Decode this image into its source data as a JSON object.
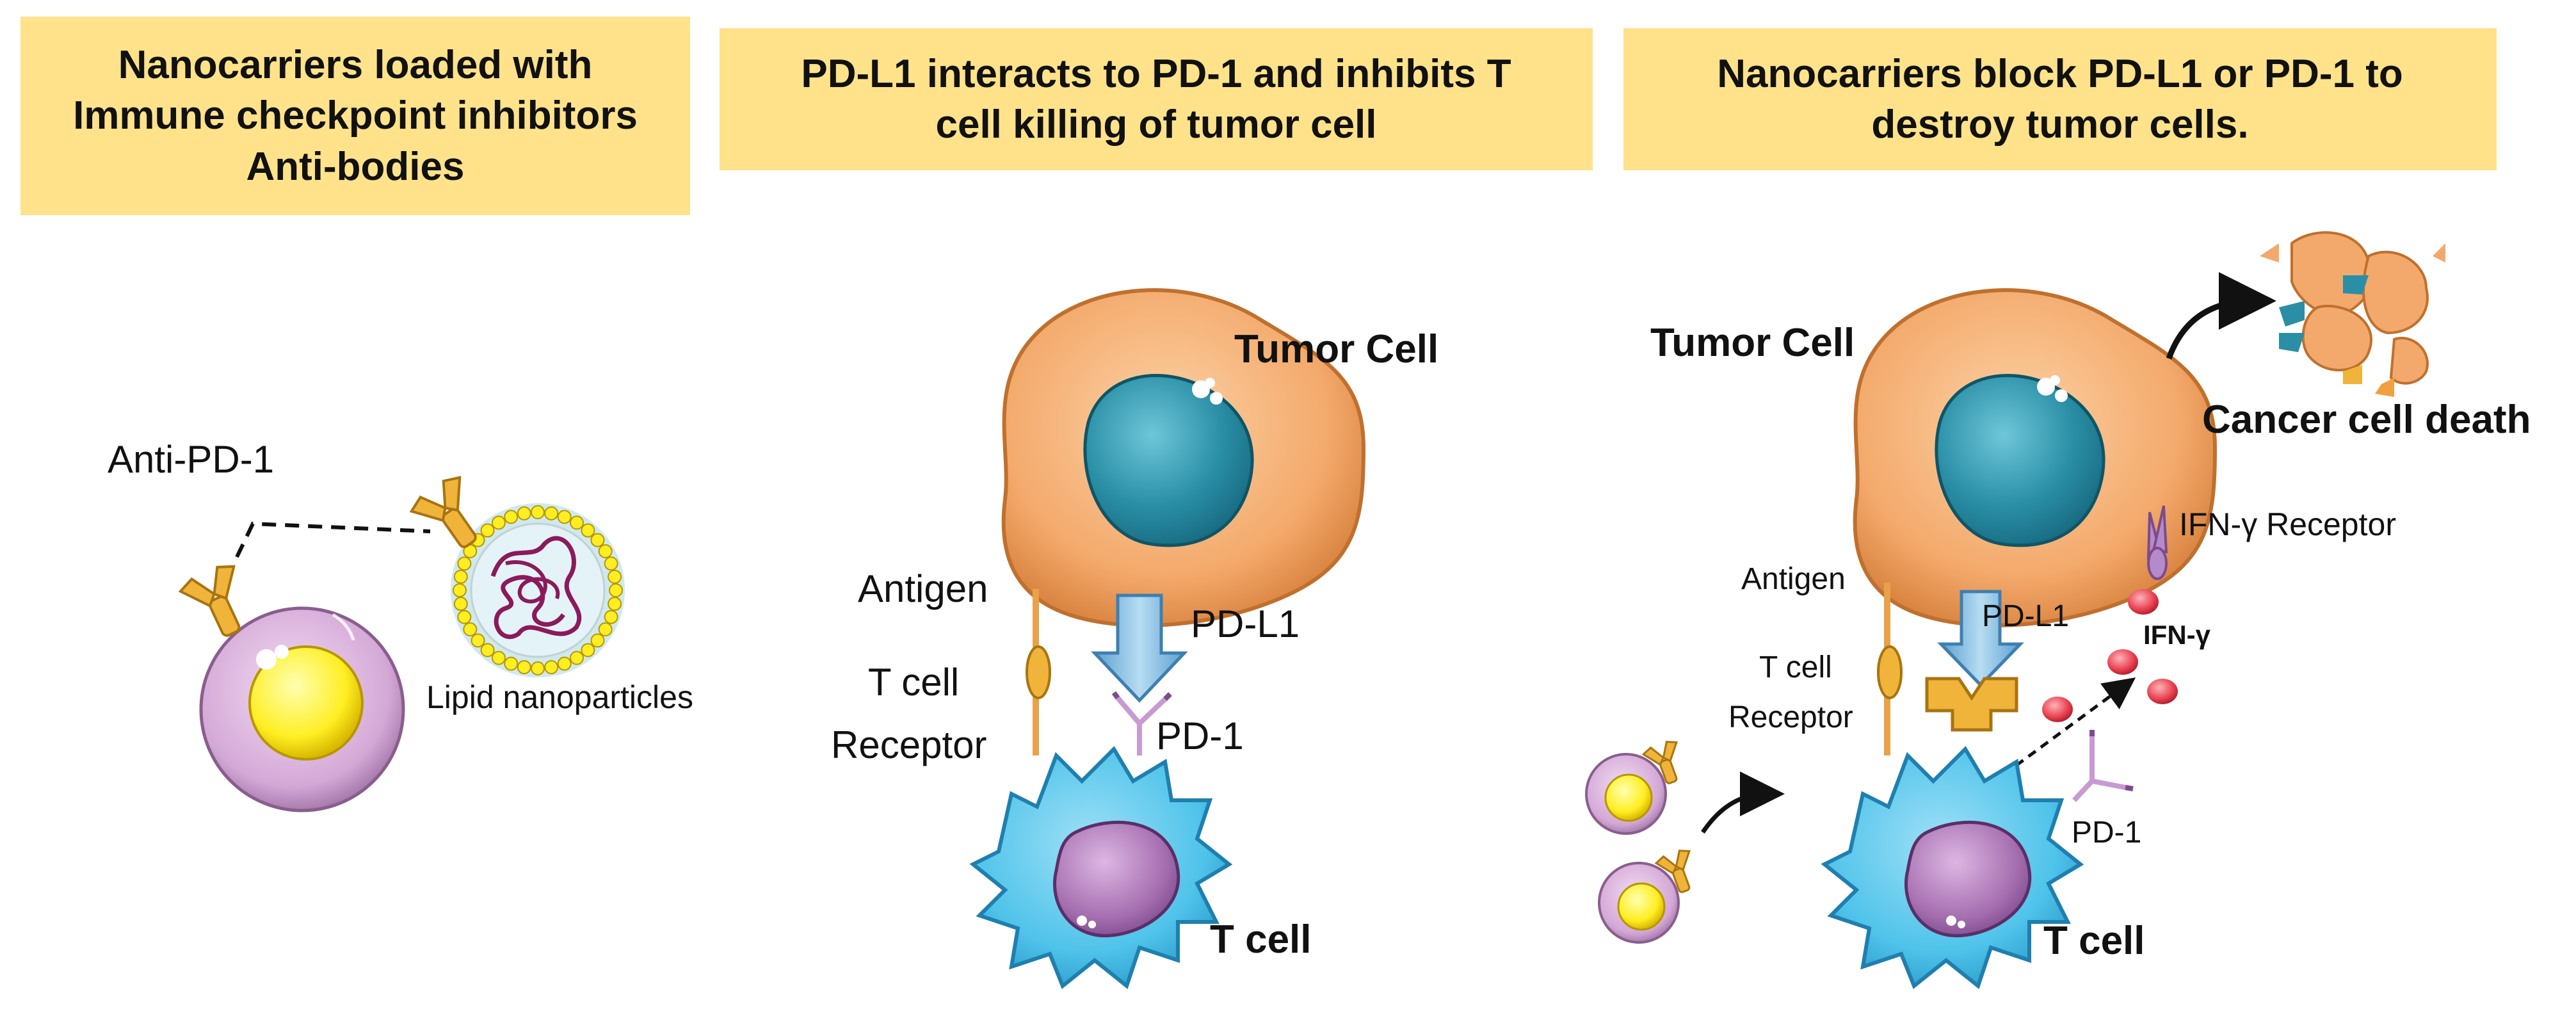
{
  "panels": [
    {
      "header": [
        "Nanocarriers loaded with",
        "Immune checkpoint inhibitors",
        "Anti-bodies"
      ],
      "labels": {
        "anti_pd1": "Anti-PD-1",
        "lipid_nanoparticles": "Lipid nanoparticles"
      }
    },
    {
      "header": [
        "PD-L1 interacts to PD-1 and inhibits T",
        "cell killing of tumor cell"
      ],
      "labels": {
        "tumor_cell": "Tumor Cell",
        "antigen": "Antigen",
        "pd_l1": "PD-L1",
        "t_cell_receptor_1": "T cell",
        "t_cell_receptor_2": "Receptor",
        "pd_1": "PD-1",
        "t_cell": "T cell"
      }
    },
    {
      "header": [
        "Nanocarriers block PD-L1 or PD-1 to",
        "destroy tumor cells."
      ],
      "labels": {
        "tumor_cell": "Tumor Cell",
        "cancer_cell_death": "Cancer cell death",
        "ifn_receptor": "IFN-γ Receptor",
        "antigen": "Antigen",
        "pd_l1": "PD-L1",
        "ifn": "IFN-γ",
        "t_cell_receptor_1": "T cell",
        "t_cell_receptor_2": "Receptor",
        "pd_1": "PD-1",
        "t_cell": "T cell"
      }
    }
  ],
  "colors": {
    "header_bg": "#ffe28a",
    "tumor_cell": "#f3a96b",
    "tumor_nucleus": "#2a8fa6",
    "t_cell": "#4fc3ea",
    "t_cell_nucleus": "#a66fb0",
    "pd_l1_arrow": "#8fc3e4",
    "antibody": "#f0b43a",
    "nanocarrier_membrane": "#d4a8d6",
    "nanocarrier_core": "#ffee22",
    "ifn_gamma": "#e8404f",
    "receptor": "#b58ac8"
  }
}
